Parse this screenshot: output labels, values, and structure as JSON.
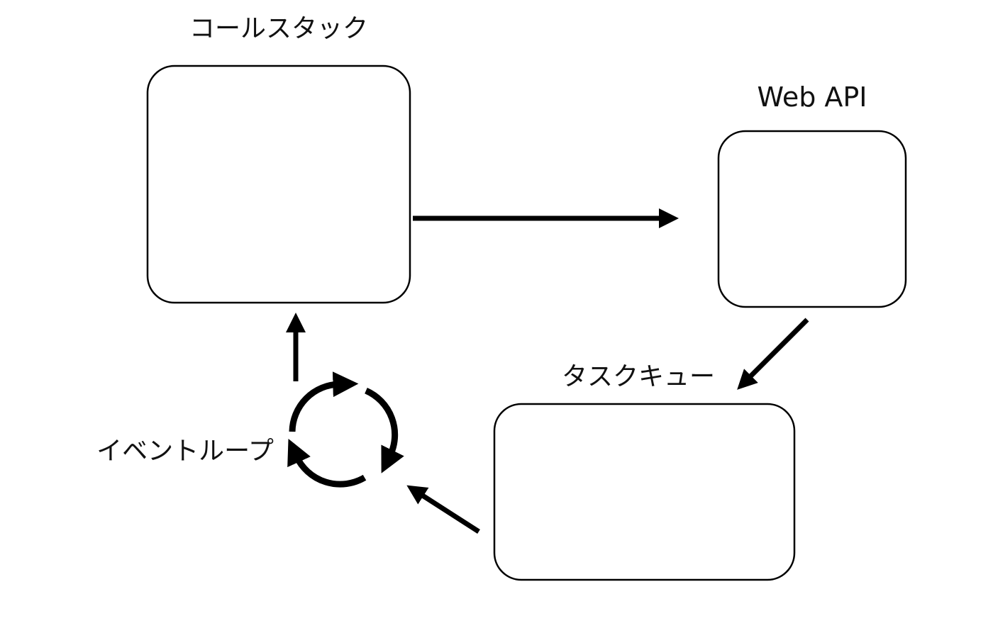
{
  "labels": {
    "call_stack": "コールスタック",
    "web_api": "Web API",
    "task_queue": "タスクキュー",
    "event_loop": "イベントループ"
  },
  "colors": {
    "stroke": "#000000",
    "box_fill": "#ffffff",
    "background": "#ffffff"
  }
}
